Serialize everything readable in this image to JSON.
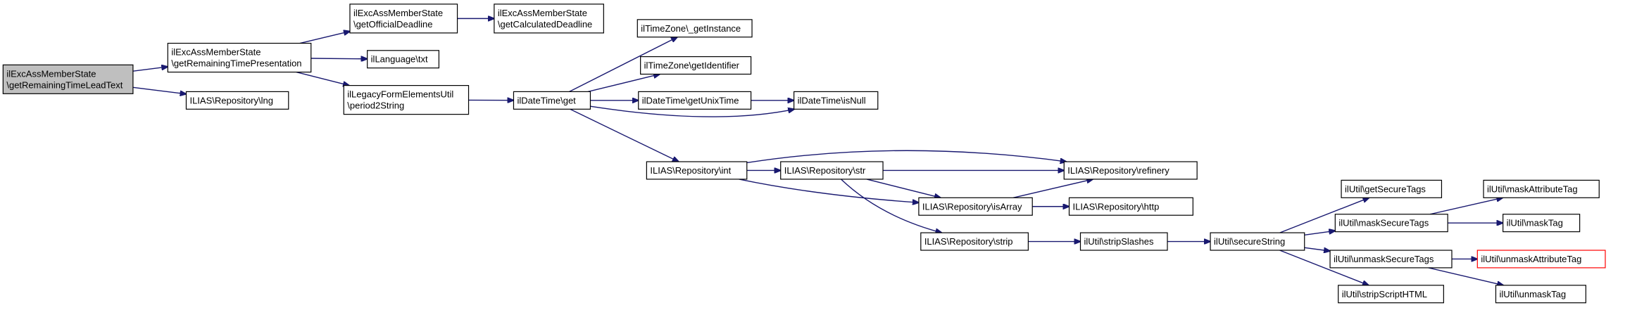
{
  "colors": {
    "edge": "#191970",
    "node_border": "#000000",
    "node_fill": "#ffffff",
    "root_fill": "#bfbfbf",
    "missing_border": "#ff0000"
  },
  "nodes": {
    "root": {
      "lines": [
        "ilExcAssMemberState",
        "\\getRemainingTimeLeadText"
      ]
    },
    "getRemainingTimePresentation": {
      "lines": [
        "ilExcAssMemberState",
        "\\getRemainingTimePresentation"
      ]
    },
    "repo_lng": {
      "lines": [
        "ILIAS\\Repository\\lng"
      ]
    },
    "getOfficialDeadline": {
      "lines": [
        "ilExcAssMemberState",
        "\\getOfficialDeadline"
      ]
    },
    "getCalculatedDeadline": {
      "lines": [
        "ilExcAssMemberState",
        "\\getCalculatedDeadline"
      ]
    },
    "language_txt": {
      "lines": [
        "ilLanguage\\txt"
      ]
    },
    "period2String": {
      "lines": [
        "ilLegacyFormElementsUtil",
        "\\period2String"
      ]
    },
    "datetime_get": {
      "lines": [
        "ilDateTime\\get"
      ]
    },
    "tz_getInstance": {
      "lines": [
        "ilTimeZone\\_getInstance"
      ]
    },
    "tz_getIdentifier": {
      "lines": [
        "ilTimeZone\\getIdentifier"
      ]
    },
    "getUnixTime": {
      "lines": [
        "ilDateTime\\getUnixTime"
      ]
    },
    "isNull": {
      "lines": [
        "ilDateTime\\isNull"
      ]
    },
    "repo_int": {
      "lines": [
        "ILIAS\\Repository\\int"
      ]
    },
    "repo_str": {
      "lines": [
        "ILIAS\\Repository\\str"
      ]
    },
    "repo_refinery": {
      "lines": [
        "ILIAS\\Repository\\refinery"
      ]
    },
    "repo_isArray": {
      "lines": [
        "ILIAS\\Repository\\isArray"
      ]
    },
    "repo_http": {
      "lines": [
        "ILIAS\\Repository\\http"
      ]
    },
    "repo_strip": {
      "lines": [
        "ILIAS\\Repository\\strip"
      ]
    },
    "stripSlashes": {
      "lines": [
        "ilUtil\\stripSlashes"
      ]
    },
    "secureString": {
      "lines": [
        "ilUtil\\secureString"
      ]
    },
    "getSecureTags": {
      "lines": [
        "ilUtil\\getSecureTags"
      ]
    },
    "maskSecureTags": {
      "lines": [
        "ilUtil\\maskSecureTags"
      ]
    },
    "unmaskSecureTags": {
      "lines": [
        "ilUtil\\unmaskSecureTags"
      ]
    },
    "stripScriptHTML": {
      "lines": [
        "ilUtil\\stripScriptHTML"
      ]
    },
    "maskAttributeTag": {
      "lines": [
        "ilUtil\\maskAttributeTag"
      ]
    },
    "maskTag": {
      "lines": [
        "ilUtil\\maskTag"
      ]
    },
    "unmaskAttributeTag": {
      "lines": [
        "ilUtil\\unmaskAttributeTag"
      ]
    },
    "unmaskTag": {
      "lines": [
        "ilUtil\\unmaskTag"
      ]
    }
  },
  "edges": [
    [
      "root",
      "getRemainingTimePresentation"
    ],
    [
      "root",
      "repo_lng"
    ],
    [
      "getRemainingTimePresentation",
      "getOfficialDeadline"
    ],
    [
      "getRemainingTimePresentation",
      "language_txt"
    ],
    [
      "getRemainingTimePresentation",
      "period2String"
    ],
    [
      "getOfficialDeadline",
      "getCalculatedDeadline"
    ],
    [
      "period2String",
      "datetime_get"
    ],
    [
      "datetime_get",
      "tz_getInstance"
    ],
    [
      "datetime_get",
      "tz_getIdentifier"
    ],
    [
      "datetime_get",
      "getUnixTime"
    ],
    [
      "datetime_get",
      "isNull"
    ],
    [
      "datetime_get",
      "repo_int"
    ],
    [
      "getUnixTime",
      "isNull"
    ],
    [
      "repo_int",
      "repo_str"
    ],
    [
      "repo_int",
      "repo_refinery"
    ],
    [
      "repo_int",
      "repo_isArray"
    ],
    [
      "repo_str",
      "repo_refinery"
    ],
    [
      "repo_str",
      "repo_isArray"
    ],
    [
      "repo_str",
      "repo_strip"
    ],
    [
      "repo_isArray",
      "repo_refinery"
    ],
    [
      "repo_isArray",
      "repo_http"
    ],
    [
      "repo_strip",
      "stripSlashes"
    ],
    [
      "stripSlashes",
      "secureString"
    ],
    [
      "secureString",
      "getSecureTags"
    ],
    [
      "secureString",
      "maskSecureTags"
    ],
    [
      "secureString",
      "unmaskSecureTags"
    ],
    [
      "secureString",
      "stripScriptHTML"
    ],
    [
      "maskSecureTags",
      "maskAttributeTag"
    ],
    [
      "maskSecureTags",
      "maskTag"
    ],
    [
      "unmaskSecureTags",
      "unmaskAttributeTag"
    ],
    [
      "unmaskSecureTags",
      "unmaskTag"
    ]
  ]
}
